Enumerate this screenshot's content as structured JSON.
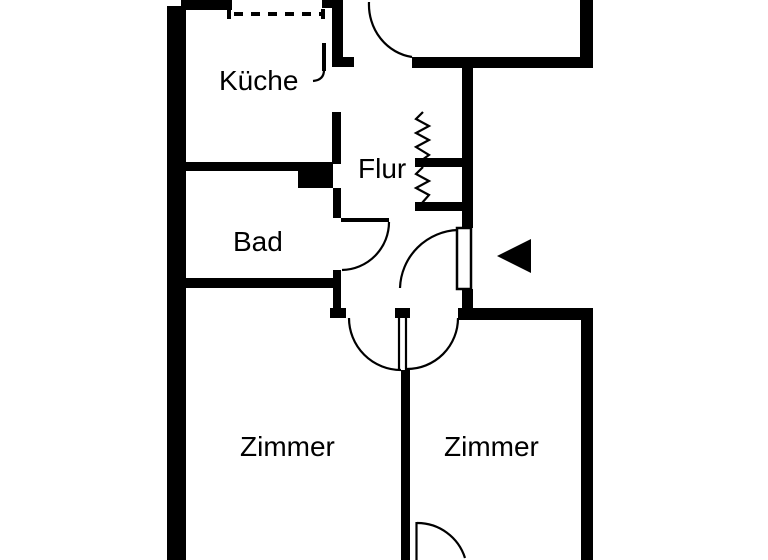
{
  "plan": {
    "kind": "apartment-floor-plan",
    "colors": {
      "wall": "#000000",
      "background": "#ffffff",
      "label": "#000000"
    },
    "rooms": {
      "kueche": {
        "label": "Küche"
      },
      "flur": {
        "label": "Flur"
      },
      "bad": {
        "label": "Bad"
      },
      "zimmer_left": {
        "label": "Zimmer"
      },
      "zimmer_right": {
        "label": "Zimmer"
      }
    },
    "symbols": {
      "entrance_arrow": "left-pointing-filled-triangle",
      "dashed_opening": "dashed-line-wall-opening",
      "shaft_marks": "zigzag-break-lines-with-stubs",
      "doors": "quarter-circle-swing-arcs"
    }
  }
}
